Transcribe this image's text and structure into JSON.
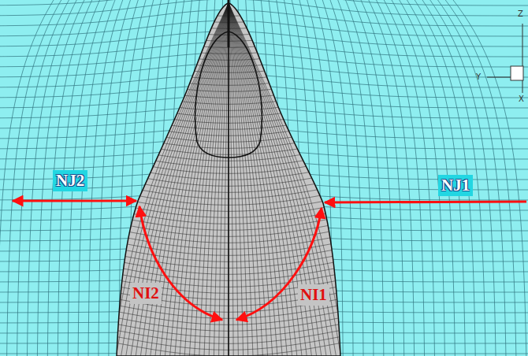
{
  "diagram": {
    "labels": [
      "Z",
      "Y",
      "X",
      "NJ2",
      "NJ1",
      "NI2",
      "NI1"
    ]
  }
}
